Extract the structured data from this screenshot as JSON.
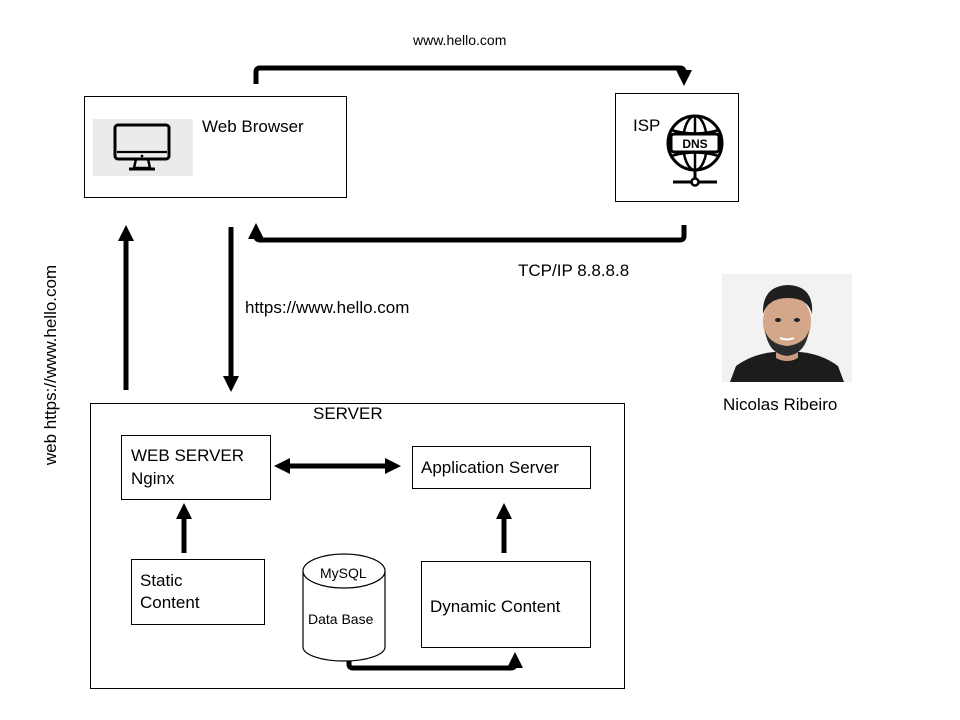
{
  "nodes": {
    "browser": {
      "label": "Web Browser"
    },
    "isp": {
      "label": "ISP",
      "icon": "dns-globe-icon",
      "icon_text": "DNS"
    },
    "server": {
      "label": "SERVER"
    },
    "web_server": {
      "line1": "WEB SERVER",
      "line2": "Nginx"
    },
    "app_server": {
      "label": "Application Server"
    },
    "static": {
      "line1": "Static",
      "line2": "Content"
    },
    "database": {
      "top_label": "MySQL",
      "label": "Data Base"
    },
    "dynamic": {
      "label": "Dynamic Content"
    }
  },
  "edges": {
    "browser_to_isp": "www.hello.com",
    "isp_to_browser": "TCP/IP 8.8.8.8",
    "browser_to_server": "https://www.hello.com",
    "server_to_browser": "web https://www.hello.com"
  },
  "author": {
    "name": "Nicolas Ribeiro"
  },
  "colors": {
    "line": "#000000",
    "box_border": "#000000",
    "background": "#ffffff"
  }
}
